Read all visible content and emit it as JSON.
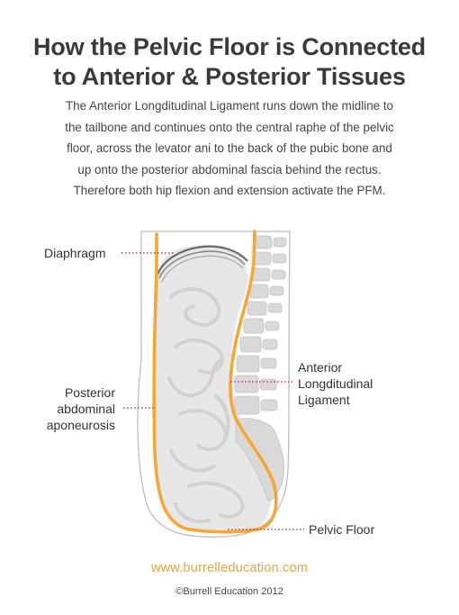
{
  "title": {
    "line1": "How the Pelvic Floor is Connected",
    "line2": "to Anterior & Posterior Tissues"
  },
  "description": [
    "The Anterior Longditudinal Ligament runs down the midline to",
    "the tailbone and continues onto the central raphe of the pelvic",
    "floor, across the levator ani to the back of the pubic bone and",
    "up onto the posterior abdominal fascia behind the rectus.",
    "Therefore both hip flexion and extension activate the PFM."
  ],
  "labels": {
    "diaphragm": "Diaphragm",
    "posterior": [
      "Posterior",
      "abdominal",
      "aponeurosis"
    ],
    "anterior": [
      "Anterior",
      "Longditudinal",
      "Ligament"
    ],
    "pelvic_floor": "Pelvic Floor"
  },
  "footer": {
    "url": "www.burrelleducation.com",
    "copyright": "©Burrell Education 2012"
  },
  "colors": {
    "accent_orange": "#f6a733",
    "leader_magenta": "#d6287a",
    "url_orange": "#f2a33a"
  }
}
